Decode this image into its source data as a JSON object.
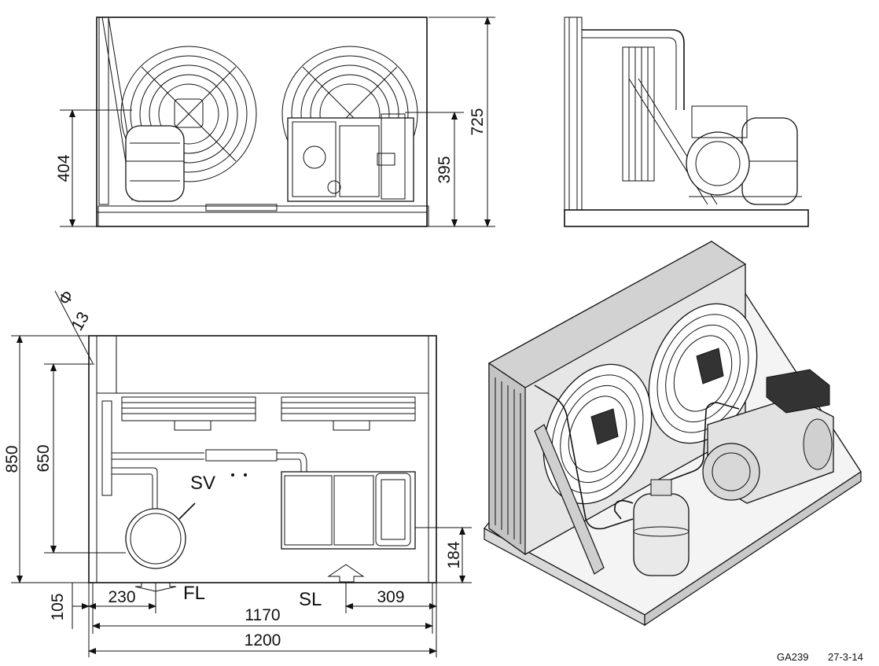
{
  "drawing": {
    "front_view": {
      "dim_left": "404",
      "dim_right_inner": "395",
      "dim_right_outer": "725"
    },
    "top_view": {
      "dim_phi": "Φ",
      "dim_hole": "13",
      "dim_height_outer": "850",
      "dim_height_inner": "650",
      "dim_right": "184",
      "dim_bottom_left_small": "105",
      "dim_bottom_230": "230",
      "dim_bottom_309": "309",
      "dim_width_inner": "1170",
      "dim_width_outer": "1200",
      "label_sv": "SV",
      "label_fl": "FL",
      "label_sl": "SL"
    },
    "drawing_ref": "GA239",
    "drawing_date": "27-3-14"
  }
}
